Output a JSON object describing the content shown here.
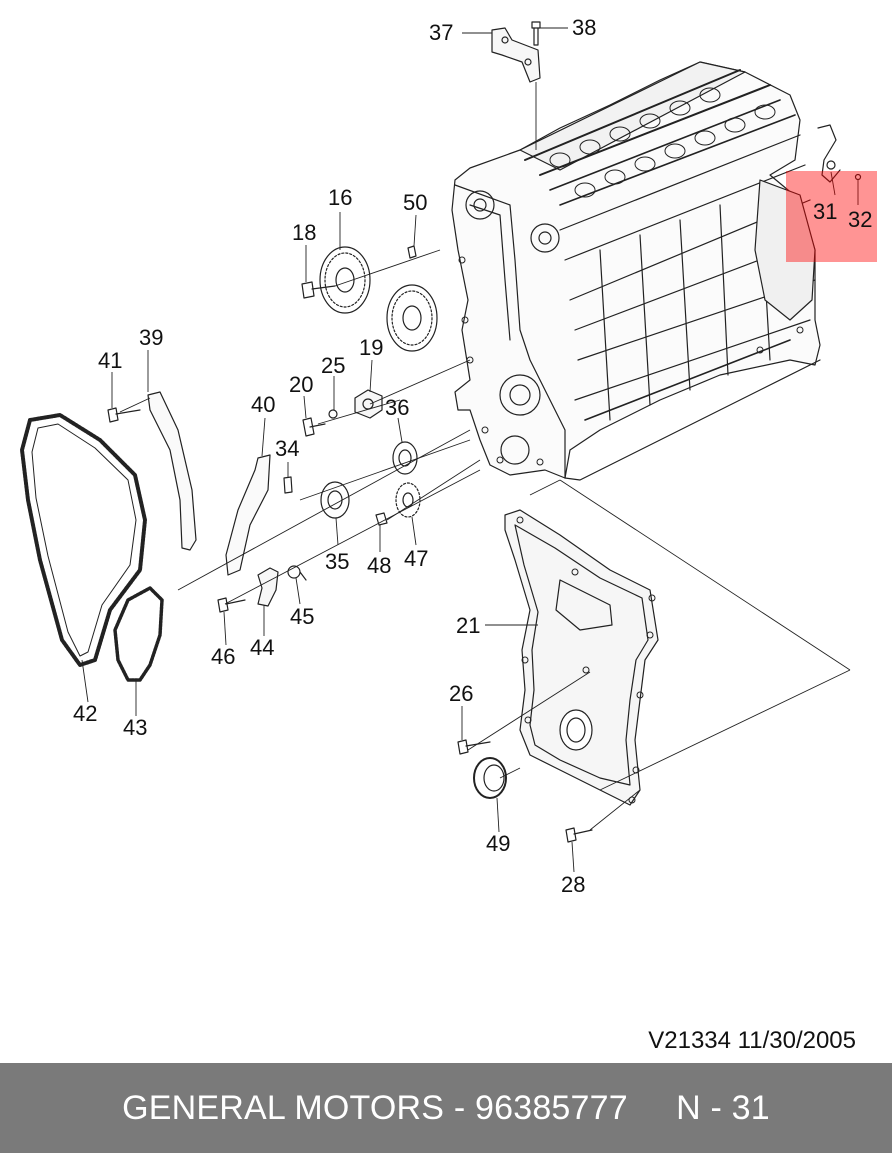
{
  "diagram": {
    "callouts": [
      {
        "key": "37",
        "label": "37"
      },
      {
        "key": "38",
        "label": "38"
      },
      {
        "key": "16",
        "label": "16"
      },
      {
        "key": "50",
        "label": "50"
      },
      {
        "key": "18",
        "label": "18"
      },
      {
        "key": "31",
        "label": "31"
      },
      {
        "key": "32",
        "label": "32"
      },
      {
        "key": "39",
        "label": "39"
      },
      {
        "key": "19",
        "label": "19"
      },
      {
        "key": "41",
        "label": "41"
      },
      {
        "key": "25",
        "label": "25"
      },
      {
        "key": "20",
        "label": "20"
      },
      {
        "key": "40",
        "label": "40"
      },
      {
        "key": "36",
        "label": "36"
      },
      {
        "key": "34",
        "label": "34"
      },
      {
        "key": "35",
        "label": "35"
      },
      {
        "key": "48",
        "label": "48"
      },
      {
        "key": "47",
        "label": "47"
      },
      {
        "key": "45",
        "label": "45"
      },
      {
        "key": "21",
        "label": "21"
      },
      {
        "key": "46",
        "label": "46"
      },
      {
        "key": "44",
        "label": "44"
      },
      {
        "key": "26",
        "label": "26"
      },
      {
        "key": "42",
        "label": "42"
      },
      {
        "key": "43",
        "label": "43"
      },
      {
        "key": "49",
        "label": "49"
      },
      {
        "key": "28",
        "label": "28"
      }
    ],
    "highlighted_callouts": [
      "31",
      "32"
    ],
    "highlight_color": "#ff0000"
  },
  "drawing_id": "V21334  11/30/2005",
  "footer": {
    "text": "GENERAL MOTORS - 96385777     N - 31",
    "background": "#7a7a7a",
    "text_color": "#ffffff"
  }
}
